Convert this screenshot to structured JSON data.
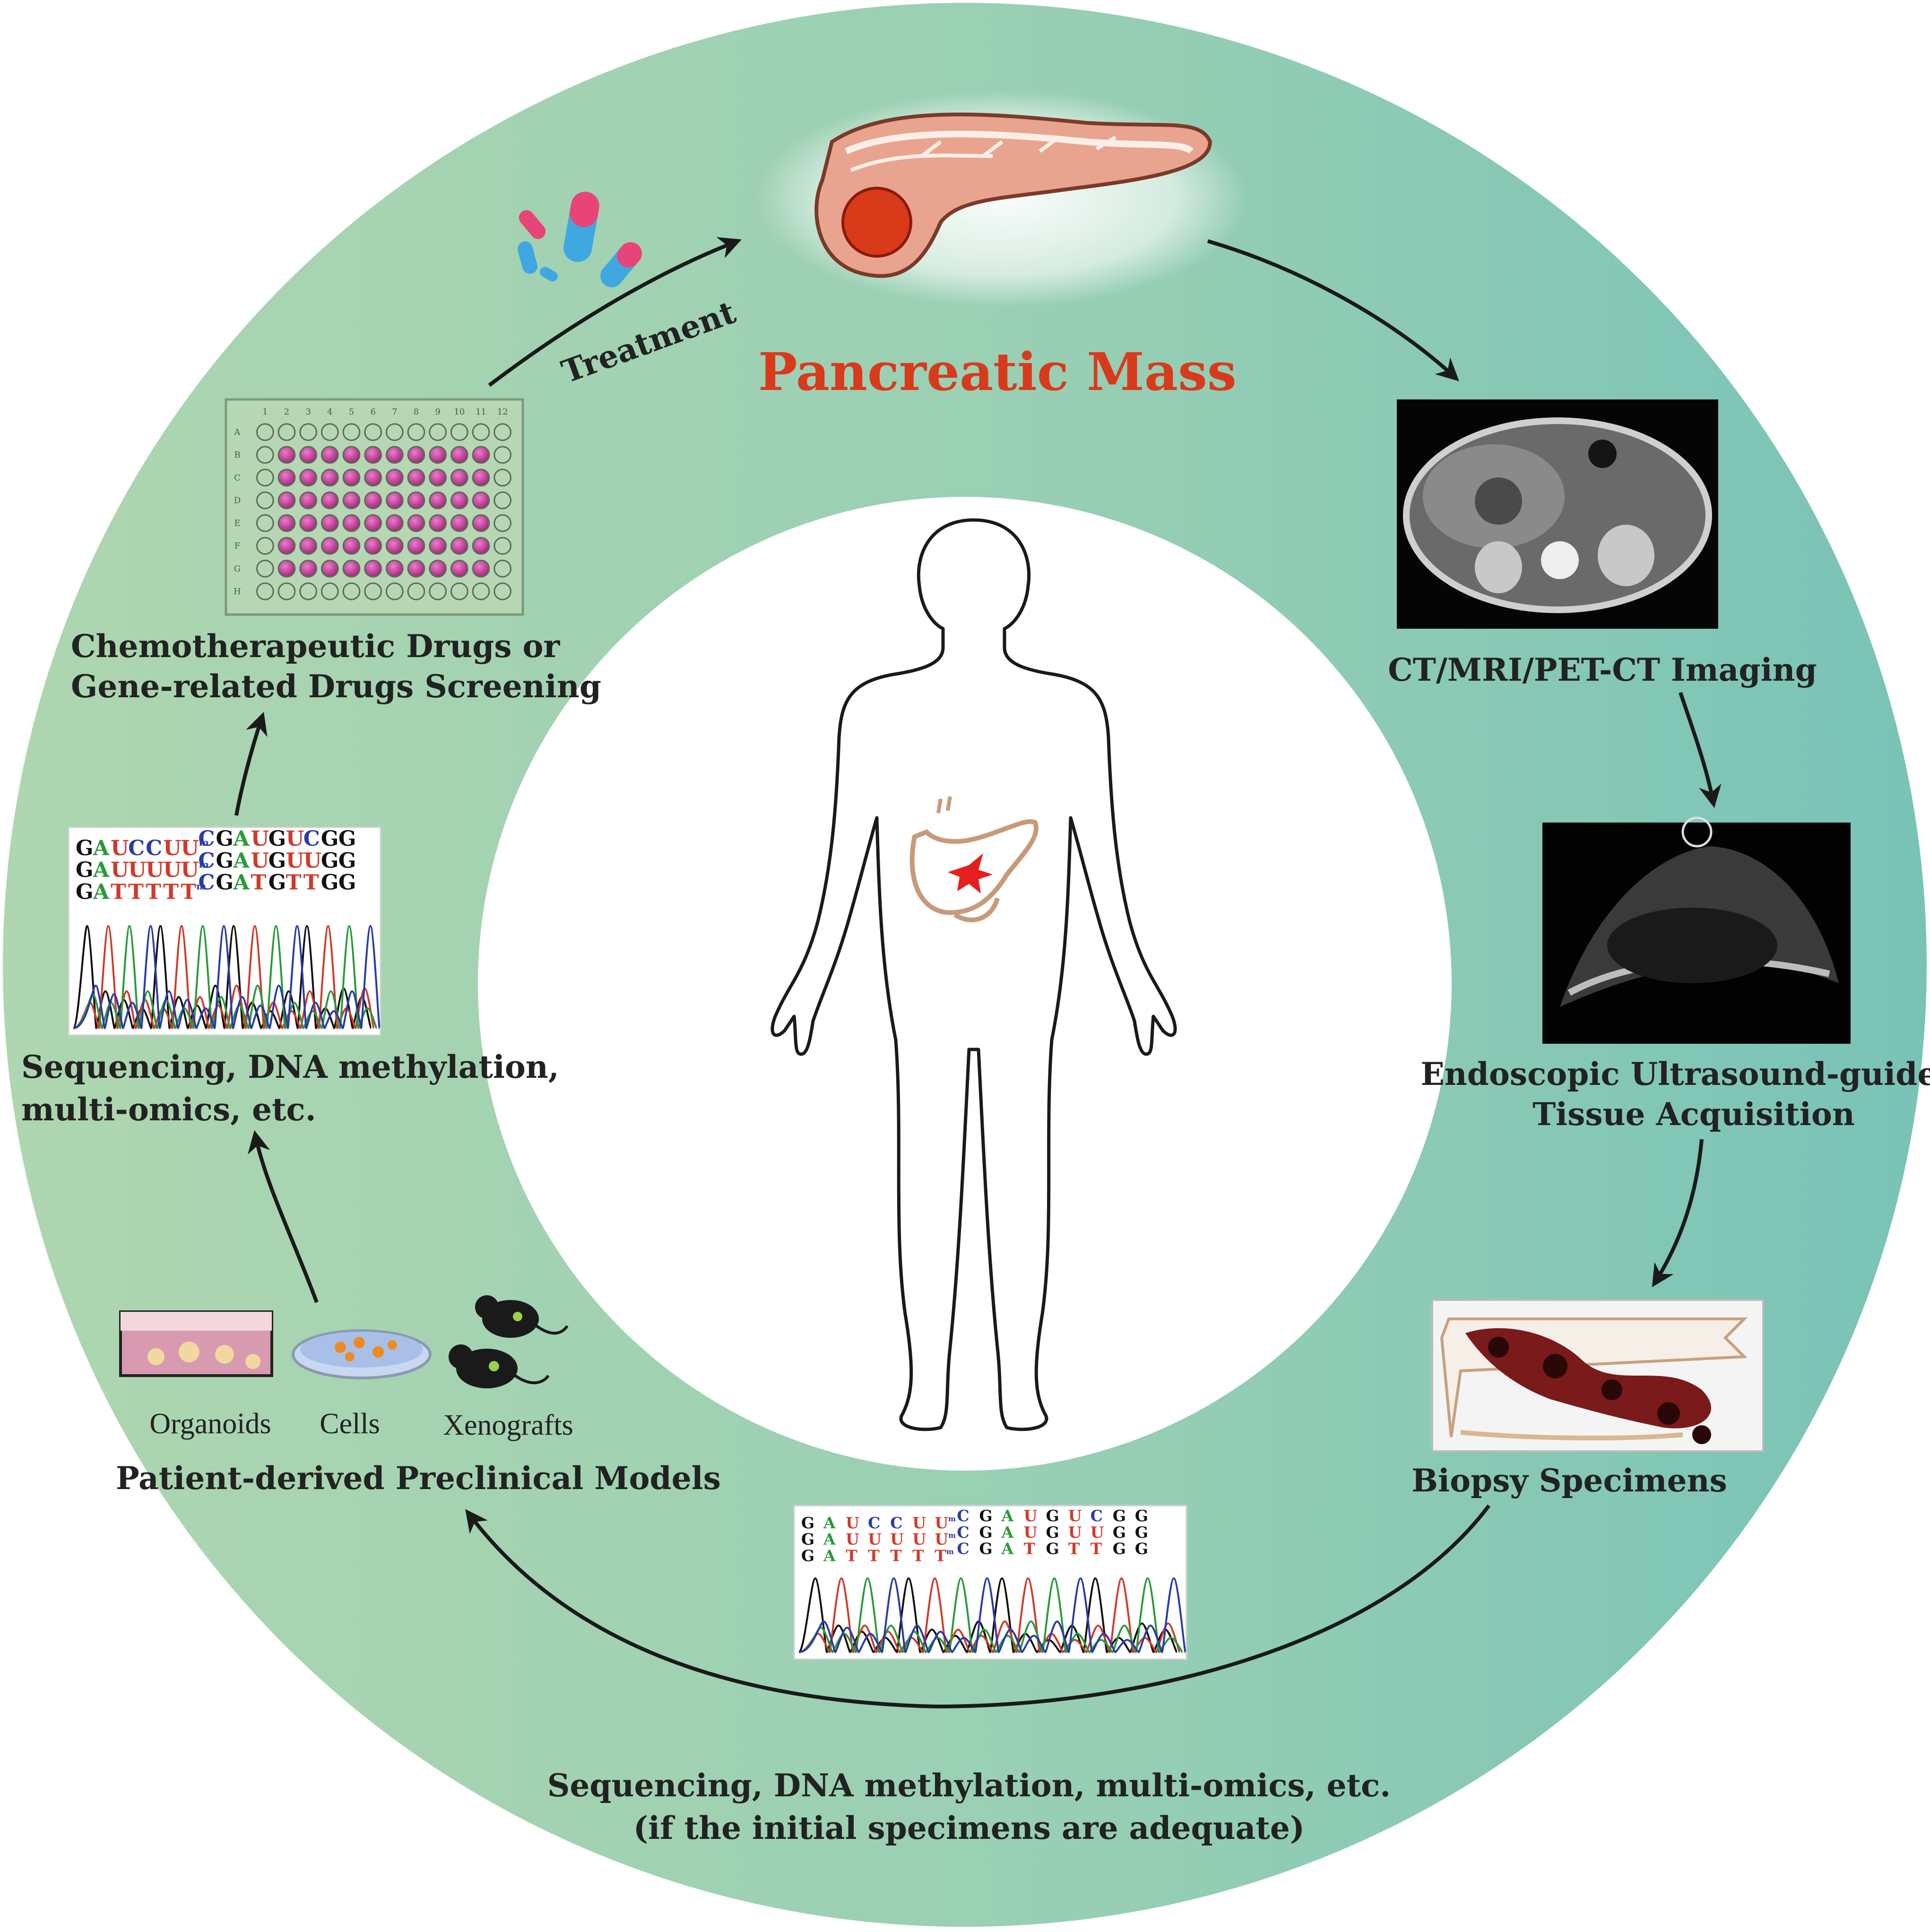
{
  "title": "Pancreatic Mass",
  "treatment_label": "Treatment",
  "steps": {
    "imaging": "CT/MRI/PET-CT Imaging",
    "eus_line1": "Endoscopic Ultrasound-guided",
    "eus_line2": "Tissue Acquisition",
    "biopsy": "Biopsy Specimens",
    "bottom_line1": "Sequencing, DNA methylation, multi-omics, etc.",
    "bottom_line2": "(if the initial specimens are adequate)",
    "preclinical": "Patient-derived Preclinical Models",
    "sequencing_line1": "Sequencing, DNA methylation,",
    "sequencing_line2": "multi-omics, etc.",
    "screening_line1": "Chemotherapeutic Drugs or",
    "screening_line2": "Gene-related Drugs Screening"
  },
  "models": {
    "organoids": "Organoids",
    "cells": "Cells",
    "xenografts": "Xenografts"
  },
  "sequence_rows": [
    "GAUCCUUmCGAUGUCGG",
    "GAUUUUUmCGAUGUUGG",
    "GATTTTTmCGATGTTGG"
  ],
  "plate": {
    "columns": [
      "1",
      "2",
      "3",
      "4",
      "5",
      "6",
      "7",
      "8",
      "9",
      "10",
      "11",
      "12"
    ],
    "rows": [
      "A",
      "B",
      "C",
      "D",
      "E",
      "F",
      "G",
      "H"
    ]
  },
  "colors": {
    "ring_left": "#a8d4ae",
    "ring_right": "#7cc4b4",
    "title": "#d93a1c",
    "arrow": "#1a1a1a",
    "well": "#c8489c",
    "base_A": "#2a9a3a",
    "base_C": "#2a3aa8",
    "base_G": "#111111",
    "base_T": "#d03a2a"
  }
}
